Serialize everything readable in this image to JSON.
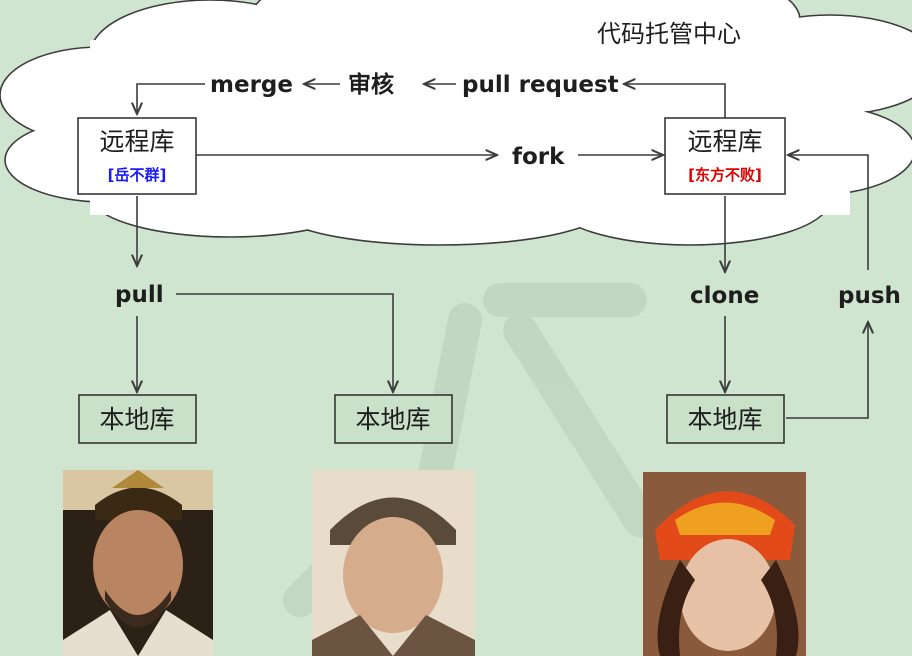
{
  "diagram": {
    "title": "代码托管中心",
    "labels": {
      "merge": "merge",
      "review": "审核",
      "pull_request": "pull request",
      "fork": "fork",
      "pull": "pull",
      "clone": "clone",
      "push": "push"
    },
    "remote_left": {
      "title": "远程库",
      "owner": "[岳不群]",
      "owner_color": "#1a1aff"
    },
    "remote_right": {
      "title": "远程库",
      "owner": "[东方不败]",
      "owner_color": "#e00000"
    },
    "local_1": {
      "title": "本地库"
    },
    "local_2": {
      "title": "本地库"
    },
    "local_3": {
      "title": "本地库"
    },
    "colors": {
      "background": "#cfe5cf",
      "cloud": "#ffffff",
      "line": "#3c3c3c"
    }
  }
}
